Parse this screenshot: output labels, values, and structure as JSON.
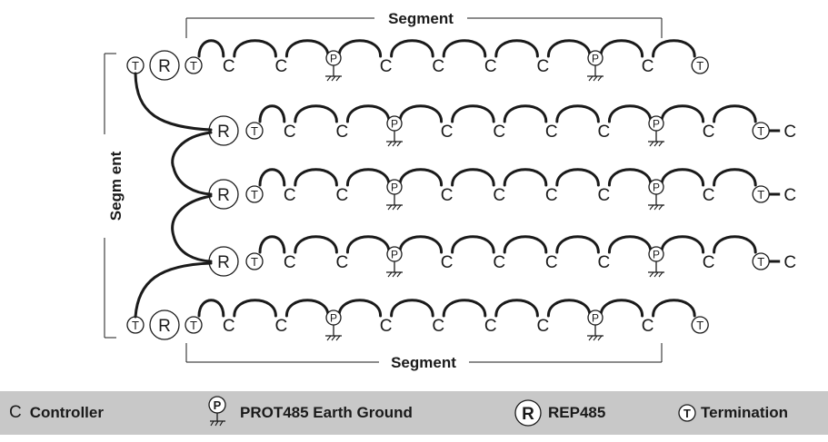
{
  "diagram": {
    "segment_label": "Segment",
    "vertical_segment_label": "Segm ent",
    "controller_symbol": "C",
    "repeater_symbol": "R",
    "termination_symbol": "T",
    "protector_symbol": "P",
    "rows": [
      {
        "start": "T-R-T",
        "nodes": [
          "C",
          "C",
          "P",
          "C",
          "C",
          "C",
          "C",
          "P",
          "C"
        ],
        "end": "T"
      },
      {
        "start": "R-T",
        "nodes": [
          "C",
          "C",
          "P",
          "C",
          "C",
          "C",
          "C",
          "P",
          "C"
        ],
        "end": "T-C"
      },
      {
        "start": "R-T",
        "nodes": [
          "C",
          "C",
          "P",
          "C",
          "C",
          "C",
          "C",
          "P",
          "C"
        ],
        "end": "T-C"
      },
      {
        "start": "R-T",
        "nodes": [
          "C",
          "C",
          "P",
          "C",
          "C",
          "C",
          "C",
          "P",
          "C"
        ],
        "end": "T-C"
      },
      {
        "start": "T-R-T",
        "nodes": [
          "C",
          "C",
          "P",
          "C",
          "C",
          "C",
          "C",
          "P",
          "C"
        ],
        "end": "T"
      }
    ]
  },
  "legend": {
    "controller_label": "Controller",
    "protector_label": "PROT485 Earth Ground",
    "repeater_label": "REP485",
    "termination_label": "Termination",
    "background_color": "#c8c8c8"
  }
}
